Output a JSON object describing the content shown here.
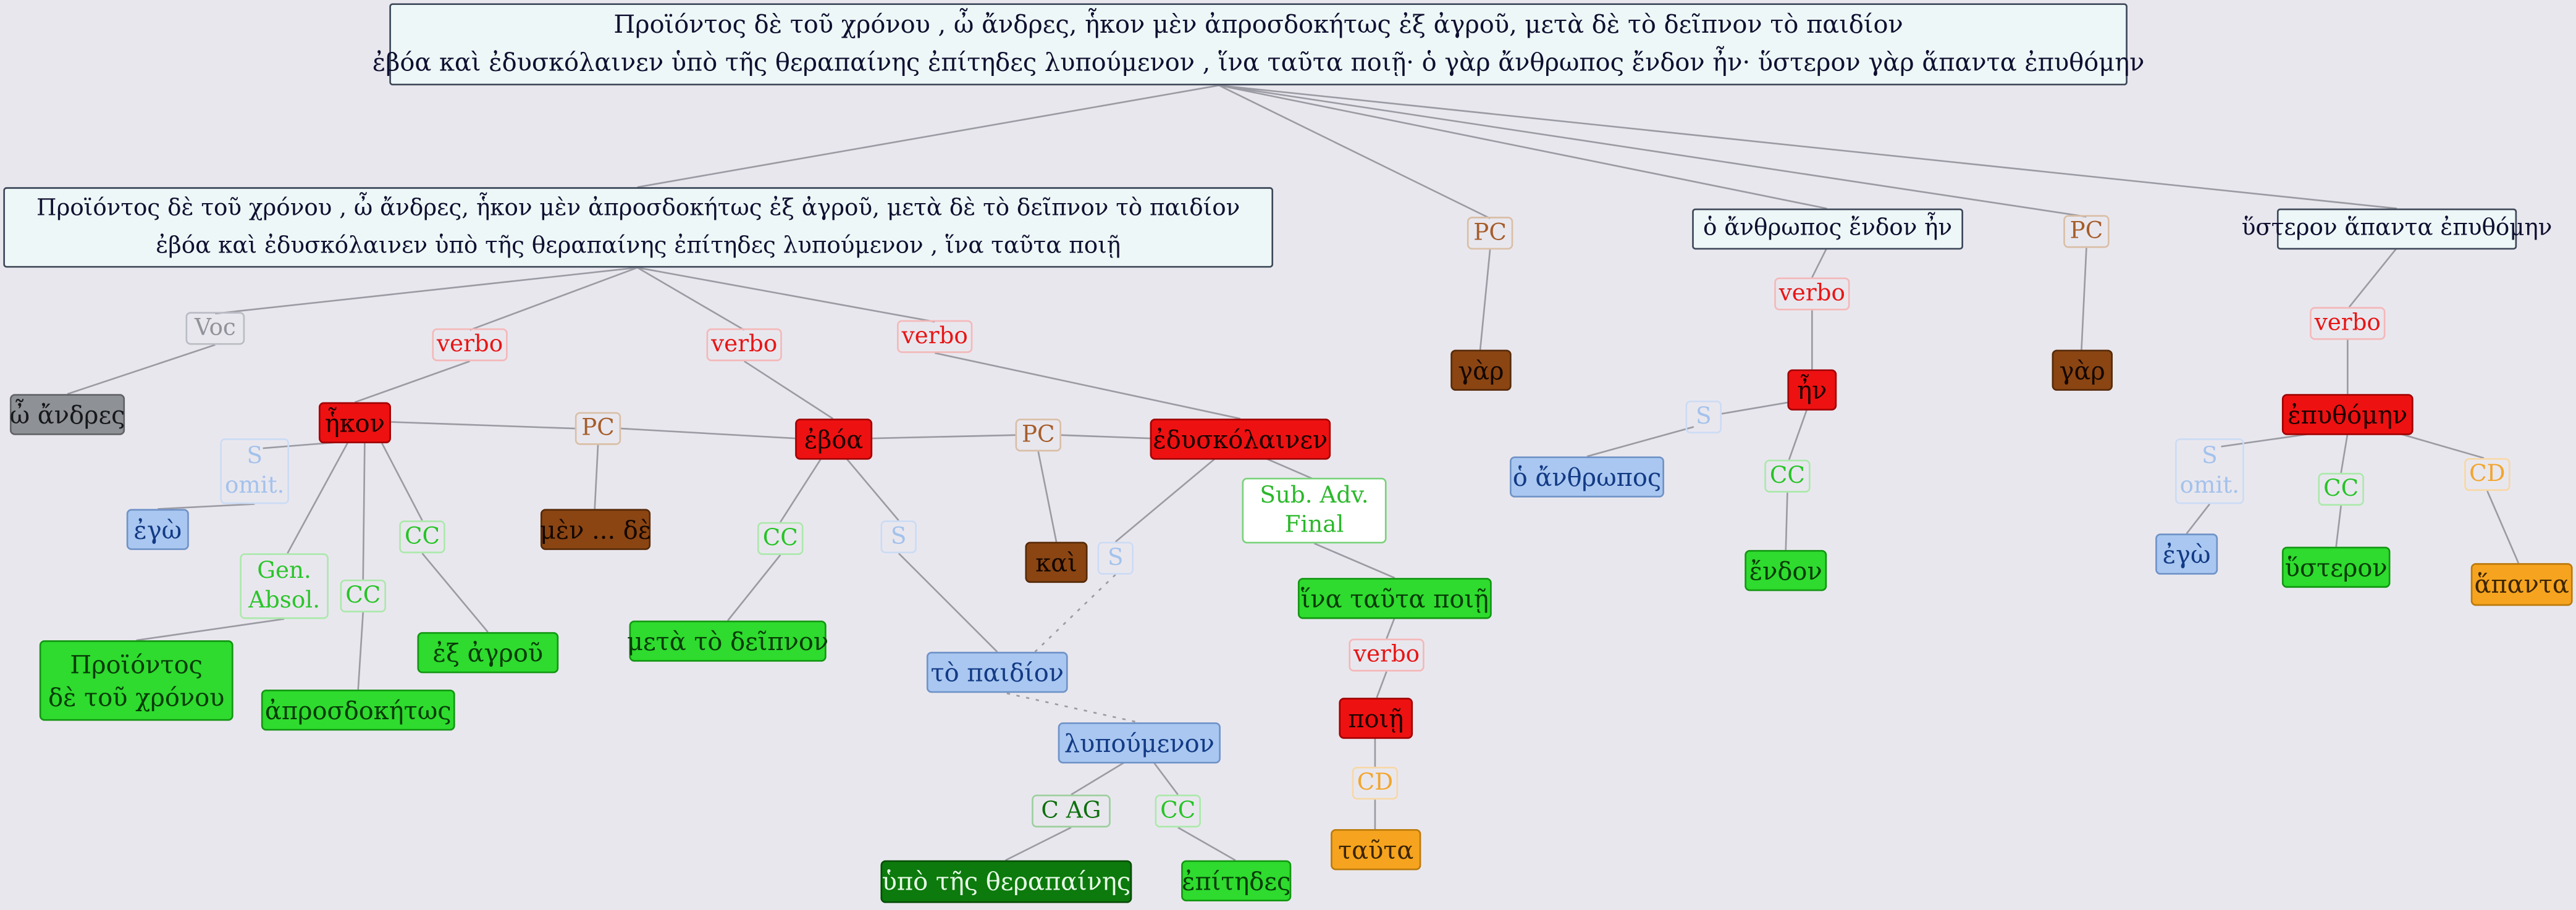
{
  "sentence": {
    "line1": "Προϊόντος δὲ τοῦ χρόνου , ὦ ἄνδρες, ἧκον μὲν ἀπροσδοκήτως ἐξ ἀγροῦ, μετὰ δὲ τὸ δεῖπνον τὸ παιδίον",
    "line2": "ἐβόα καὶ ἐδυσκόλαινεν ὑπὸ τῆς θεραπαίνης ἐπίτηδες λυπούμενον , ἵνα ταῦτα ποιῇ· ὁ γὰρ ἄνθρωπος ἔνδον ἦν· ὕστερον γὰρ ἅπαντα ἐπυθόμην"
  },
  "clauses": {
    "clause1_line1": "Προϊόντος δὲ τοῦ χρόνου , ὦ ἄνδρες, ἧκον μὲν ἀπροσδοκήτως ἐξ ἀγροῦ, μετὰ δὲ τὸ δεῖπνον τὸ παιδίον",
    "clause1_line2": "ἐβόα καὶ ἐδυσκόλαινεν ὑπὸ τῆς θεραπαίνης ἐπίτηδες λυπούμενον , ἵνα ταῦτα ποιῇ",
    "clause2": "ὁ ἄνθρωπος ἔνδον ἦν",
    "clause3": "ὕστερον ἅπαντα ἐπυθόμην"
  },
  "labels": {
    "voc": "Voc",
    "verbo": "verbo",
    "pc": "PC",
    "s": "S",
    "s_omit_line1": "S",
    "s_omit_line2": "omit.",
    "gen_absol_line1": "Gen.",
    "gen_absol_line2": "Absol.",
    "cc": "CC",
    "cd": "CD",
    "c_ag": "C AG",
    "sub_adv_line1": "Sub. Adv.",
    "sub_adv_line2": "Final"
  },
  "nodes": {
    "o_andres": "ὦ ἄνδρες",
    "ego": "ἐγὼ",
    "hkon": "ἧκον",
    "proiontos_line1": "Προϊόντος",
    "proiontos_line2": "δὲ τοῦ χρόνου",
    "aprosdokitos": "ἀπροσδοκήτως",
    "ex_agrou": "ἐξ ἀγροῦ",
    "men_de": "μὲν ... δὲ",
    "eboa": "ἐβόα",
    "meta_to_deipnon": "μετὰ τὸ δεῖπνον",
    "to_paidion": "τὸ παιδίον",
    "kai": "καὶ",
    "edyskolainen": "ἐδυσκόλαινεν",
    "hina_tauta_poih": "ἵνα ταῦτα ποιῇ",
    "poih": "ποιῇ",
    "tauta": "ταῦτα",
    "lypoumenon": "λυπούμενον",
    "hypo_tes_therapaines": "ὑπὸ τῆς θεραπαίνης",
    "epitedes": "ἐπίτηδες",
    "gar": "γὰρ",
    "o_anthropos": "ὁ ἄνθρωπος",
    "hn": "ἦν",
    "endon": "ἔνδον",
    "epythomen": "ἐπυθόμην",
    "ysteron": "ὕστερον",
    "apanta": "ἅπαντα"
  },
  "colors": {
    "background": "#e9e7ee",
    "clause_bg": "#eef7f7",
    "verb_red": "#ee1111",
    "complement_green": "#2edb2e",
    "agent_dark_green": "#0c7a0c",
    "subject_blue": "#a9c7f0",
    "vocative_grey": "#8e9196",
    "particle_brown": "#8a4513",
    "object_orange": "#f6a41f",
    "connector_grey": "#9b9ba3"
  }
}
